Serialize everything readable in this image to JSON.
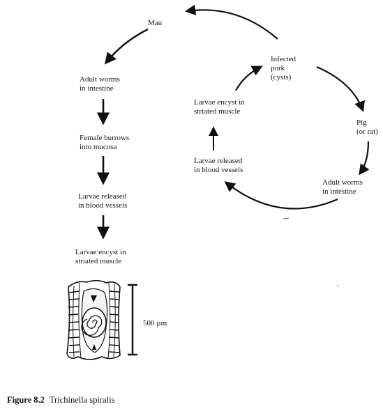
{
  "nodes": {
    "man": "Man",
    "adult_worms_man": [
      "Adult worms",
      "in intestine"
    ],
    "female_burrows": [
      "Female burrows",
      "into mucosa"
    ],
    "larvae_released_man": [
      "Larvae released",
      "in blood vessels"
    ],
    "larvae_encyst_man": [
      "Larvae encyst in",
      "striated muscle"
    ],
    "infected_pork": [
      "Infected",
      "pork",
      "(cysts)"
    ],
    "pig": [
      "Pig",
      "(or rat)"
    ],
    "adult_worms_pig": [
      "Adult worms",
      "in intestine"
    ],
    "larvae_released_pig": [
      "Larvae released",
      "in blood vessels"
    ],
    "larvae_encyst_pig": [
      "Larvae encyst in",
      "striated muscle"
    ]
  },
  "scale_bar": {
    "label": "500 µm"
  },
  "caption": {
    "number": "Figure 8.2",
    "title": "Trichinella spiralis"
  },
  "colors": {
    "ink": "#111111",
    "background": "#ffffff"
  }
}
